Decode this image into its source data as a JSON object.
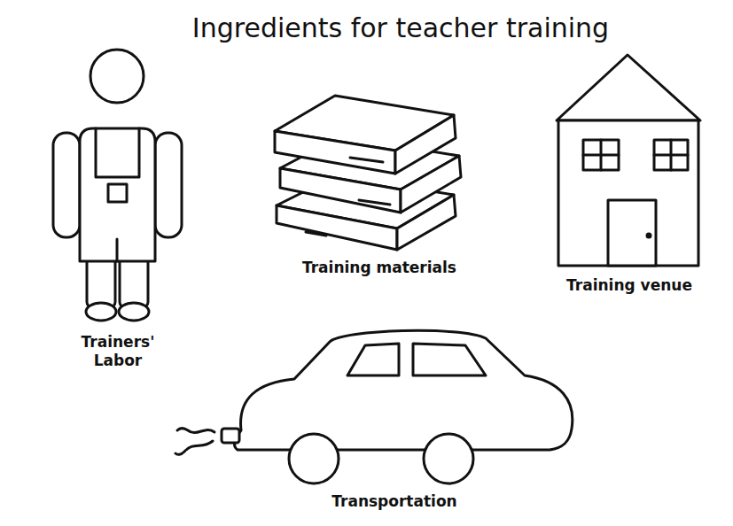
{
  "diagram": {
    "title": "Ingredients for teacher training",
    "labels": [
      "Trainers' Labor",
      "Training materials",
      "Training venue",
      "Transportation"
    ]
  }
}
